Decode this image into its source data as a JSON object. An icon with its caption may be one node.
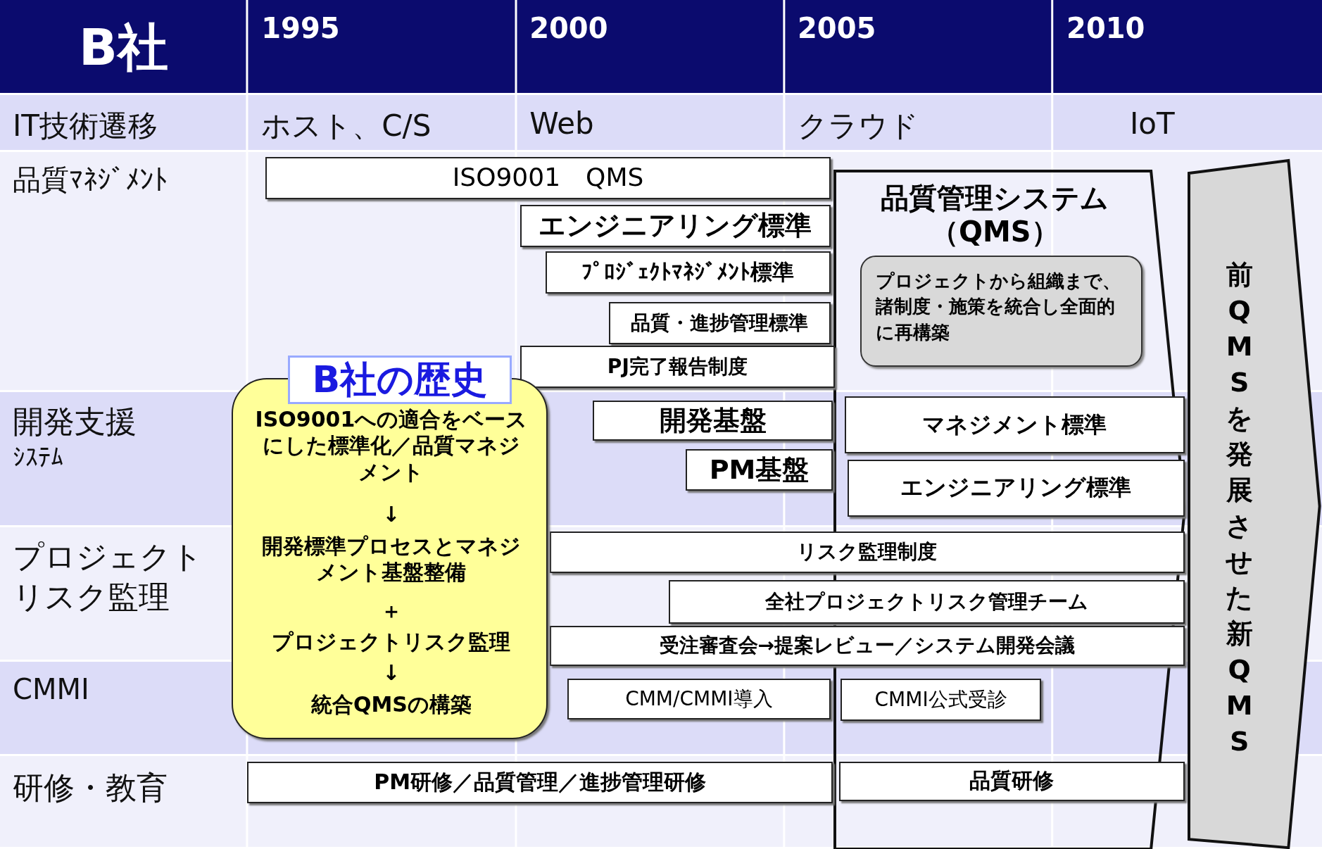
{
  "diagram": {
    "nodes": [
      {
        "text": [
          "ISO9001　QMS"
        ]
      },
      {
        "text": [
          "エンジニアリング標準"
        ]
      },
      {
        "text": [
          "ﾌﾟﾛｼﾞｪｸﾄﾏﾈｼﾞﾒﾝﾄ標準"
        ]
      },
      {
        "text": [
          "品質・進捗管理標準"
        ]
      },
      {
        "text": [
          "PJ完了報告制度"
        ]
      },
      {
        "text": [
          "品質管理システム（QMS）"
        ]
      },
      {
        "text": [
          "プロジェクトから組織まで、諸制度・施策を統合し全面的に再構築"
        ],
        "in": 5
      },
      {
        "text": [
          "B社の歴史",
          "ISO9001への適合をベースにした標準化／品質マネジメント",
          "↓",
          "開発標準プロセスとマネジメント基盤整備",
          "＋",
          "プロジェクトリスク監理",
          "↓",
          "統合QMSの構築"
        ]
      },
      {
        "text": [
          "開発基盤"
        ]
      },
      {
        "text": [
          "PM基盤"
        ]
      },
      {
        "text": [
          "マネジメント標準"
        ],
        "in": 5
      },
      {
        "text": [
          "エンジニアリング標準"
        ],
        "in": 5
      },
      {
        "text": [
          "リスク監理制度"
        ]
      },
      {
        "text": [
          "全社プロジェクトリスク管理チーム"
        ]
      },
      {
        "text": [
          "受注審査会→提案レビュー／システム開発会議"
        ]
      },
      {
        "text": [
          "CMM/CMMI導入"
        ]
      },
      {
        "text": [
          "CMMI公式受診"
        ],
        "in": 5
      },
      {
        "text": [
          "PM研修／品質管理／進捗管理研修"
        ]
      },
      {
        "text": [
          "品質研修"
        ],
        "in": 5
      },
      {
        "text": [
          "前QMSを発展させた新QMS"
        ]
      }
    ],
    "labels": [
      "B社",
      "1995",
      "2000",
      "2005",
      "2010",
      "IT技術遷移",
      "ホスト、C/S",
      "Web",
      "クラウド",
      "IoT",
      "品質ﾏﾈｼﾞﾒﾝﾄ",
      "開発支援",
      "ｼｽﾃﾑ",
      "プロジェクトリスク監理",
      "CMMI",
      "研修・教育"
    ]
  }
}
